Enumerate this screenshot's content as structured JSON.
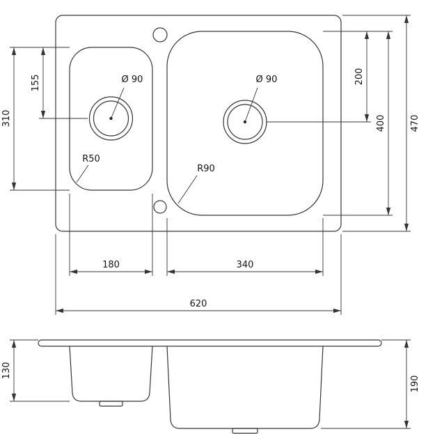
{
  "drawing_type": "sink-technical-drawing",
  "colors": {
    "line": "#333333",
    "text": "#111111",
    "background": "#ffffff"
  },
  "top_view": {
    "labels": {
      "small_drain_diameter": "Ø 90",
      "large_drain_diameter": "Ø 90",
      "small_bowl_corner_radius": "R50",
      "large_bowl_corner_radius": "R90"
    },
    "dimensions": {
      "small_bowl_drain_offset": "155",
      "small_bowl_length": "310",
      "large_bowl_drain_offset": "200",
      "large_bowl_length": "400",
      "sink_length": "470",
      "small_bowl_width": "180",
      "large_bowl_width": "340",
      "sink_width": "620"
    }
  },
  "side_view": {
    "dimensions": {
      "small_bowl_depth": "130",
      "large_bowl_depth": "190"
    }
  }
}
